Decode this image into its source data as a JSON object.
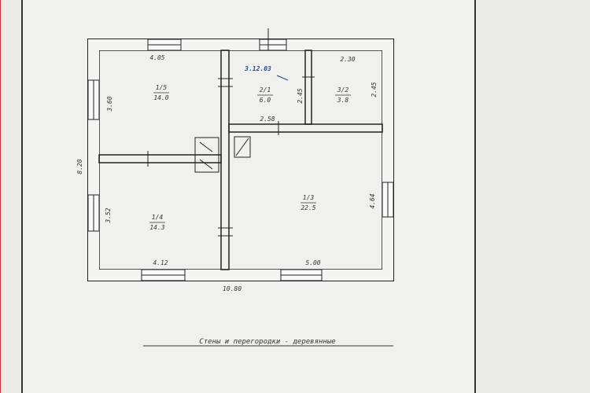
{
  "dimensions": {
    "top_width": "4.05",
    "left_height": "8.20",
    "bottom_total": "10.80",
    "room1_height": "3.60",
    "room2_height": "3.52",
    "bottom_left_width": "4.12",
    "bottom_right_width": "5.00",
    "right_height": "4.64",
    "middle_width": "2.58",
    "top_right_width": "2.30",
    "top_mid_height": "2.45",
    "top_right_height": "2.45"
  },
  "rooms": [
    {
      "id": "r1",
      "label": "1/5\n14.0"
    },
    {
      "id": "r2",
      "label": "2/1\n6.0"
    },
    {
      "id": "r3",
      "label": "3/2\n3.8"
    },
    {
      "id": "r4",
      "label": "1/4\n14.3"
    },
    {
      "id": "r5",
      "label": "1/3\n22.5"
    }
  ],
  "stamp": "3.12.03",
  "caption": "Стены и перегородки - деревянные"
}
